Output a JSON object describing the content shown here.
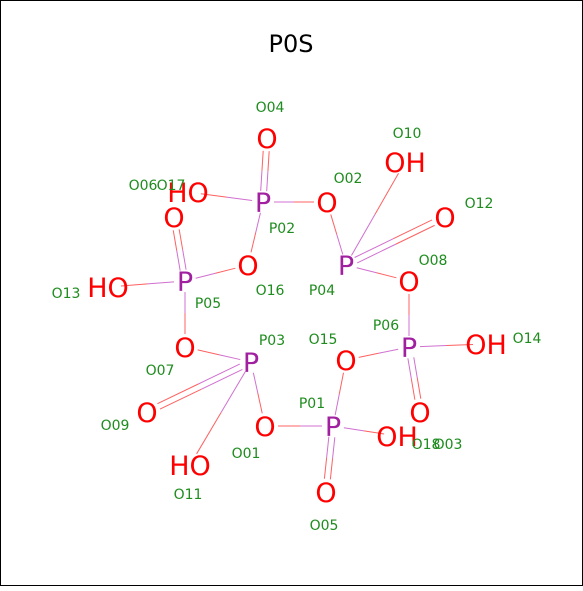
{
  "title": "P0S",
  "colors": {
    "phosphorus": "#a020a0",
    "oxygen": "#ff0000",
    "label": "#1e8c1e",
    "bond": "#d070d0",
    "bond_o": "#ff6060",
    "frame": "#000000",
    "background": "#ffffff"
  },
  "atoms": [
    {
      "id": "P01",
      "element": "P",
      "symbol": "P"
    },
    {
      "id": "P02",
      "element": "P",
      "symbol": "P"
    },
    {
      "id": "P03",
      "element": "P",
      "symbol": "P"
    },
    {
      "id": "P04",
      "element": "P",
      "symbol": "P"
    },
    {
      "id": "P05",
      "element": "P",
      "symbol": "P"
    },
    {
      "id": "P06",
      "element": "P",
      "symbol": "P"
    },
    {
      "id": "O01",
      "element": "O",
      "symbol": "O"
    },
    {
      "id": "O02",
      "element": "O",
      "symbol": "O"
    },
    {
      "id": "O03",
      "element": "O",
      "symbol": "O"
    },
    {
      "id": "O04",
      "element": "O",
      "symbol": "O"
    },
    {
      "id": "O05",
      "element": "O",
      "symbol": "O"
    },
    {
      "id": "O06",
      "element": "O",
      "symbol": "O"
    },
    {
      "id": "O07",
      "element": "O",
      "symbol": "O"
    },
    {
      "id": "O08",
      "element": "O",
      "symbol": "O"
    },
    {
      "id": "O09",
      "element": "O",
      "symbol": "O"
    },
    {
      "id": "O10",
      "element": "O",
      "symbol": "OH"
    },
    {
      "id": "O11",
      "element": "O",
      "symbol": "HO"
    },
    {
      "id": "O12",
      "element": "O",
      "symbol": "O"
    },
    {
      "id": "O13",
      "element": "O",
      "symbol": "HO"
    },
    {
      "id": "O14",
      "element": "O",
      "symbol": "OH"
    },
    {
      "id": "O15",
      "element": "O",
      "symbol": "O"
    },
    {
      "id": "O16",
      "element": "O",
      "symbol": "O"
    },
    {
      "id": "O17",
      "element": "O",
      "symbol": "HO"
    },
    {
      "id": "O18",
      "element": "O",
      "symbol": "OH"
    }
  ],
  "bonds": [
    {
      "a": "P02",
      "b": "O04",
      "order": 2
    },
    {
      "a": "P02",
      "b": "O17",
      "order": 1
    },
    {
      "a": "P02",
      "b": "O02",
      "order": 1
    },
    {
      "a": "P02",
      "b": "O16",
      "order": 1
    },
    {
      "a": "P04",
      "b": "O02",
      "order": 1
    },
    {
      "a": "P04",
      "b": "O10",
      "order": 1
    },
    {
      "a": "P04",
      "b": "O12",
      "order": 2
    },
    {
      "a": "P04",
      "b": "O08",
      "order": 1
    },
    {
      "a": "P05",
      "b": "O06",
      "order": 2
    },
    {
      "a": "P05",
      "b": "O13",
      "order": 1
    },
    {
      "a": "P05",
      "b": "O16",
      "order": 1
    },
    {
      "a": "P05",
      "b": "O07",
      "order": 1
    },
    {
      "a": "P03",
      "b": "O07",
      "order": 1
    },
    {
      "a": "P03",
      "b": "O09",
      "order": 2
    },
    {
      "a": "P03",
      "b": "O11",
      "order": 1
    },
    {
      "a": "P03",
      "b": "O01",
      "order": 1
    },
    {
      "a": "P06",
      "b": "O08",
      "order": 1
    },
    {
      "a": "P06",
      "b": "O15",
      "order": 1
    },
    {
      "a": "P06",
      "b": "O14",
      "order": 1
    },
    {
      "a": "P06",
      "b": "O03",
      "order": 2
    },
    {
      "a": "P01",
      "b": "O01",
      "order": 1
    },
    {
      "a": "P01",
      "b": "O15",
      "order": 1
    },
    {
      "a": "P01",
      "b": "O18",
      "order": 1
    },
    {
      "a": "P01",
      "b": "O05",
      "order": 2
    }
  ]
}
